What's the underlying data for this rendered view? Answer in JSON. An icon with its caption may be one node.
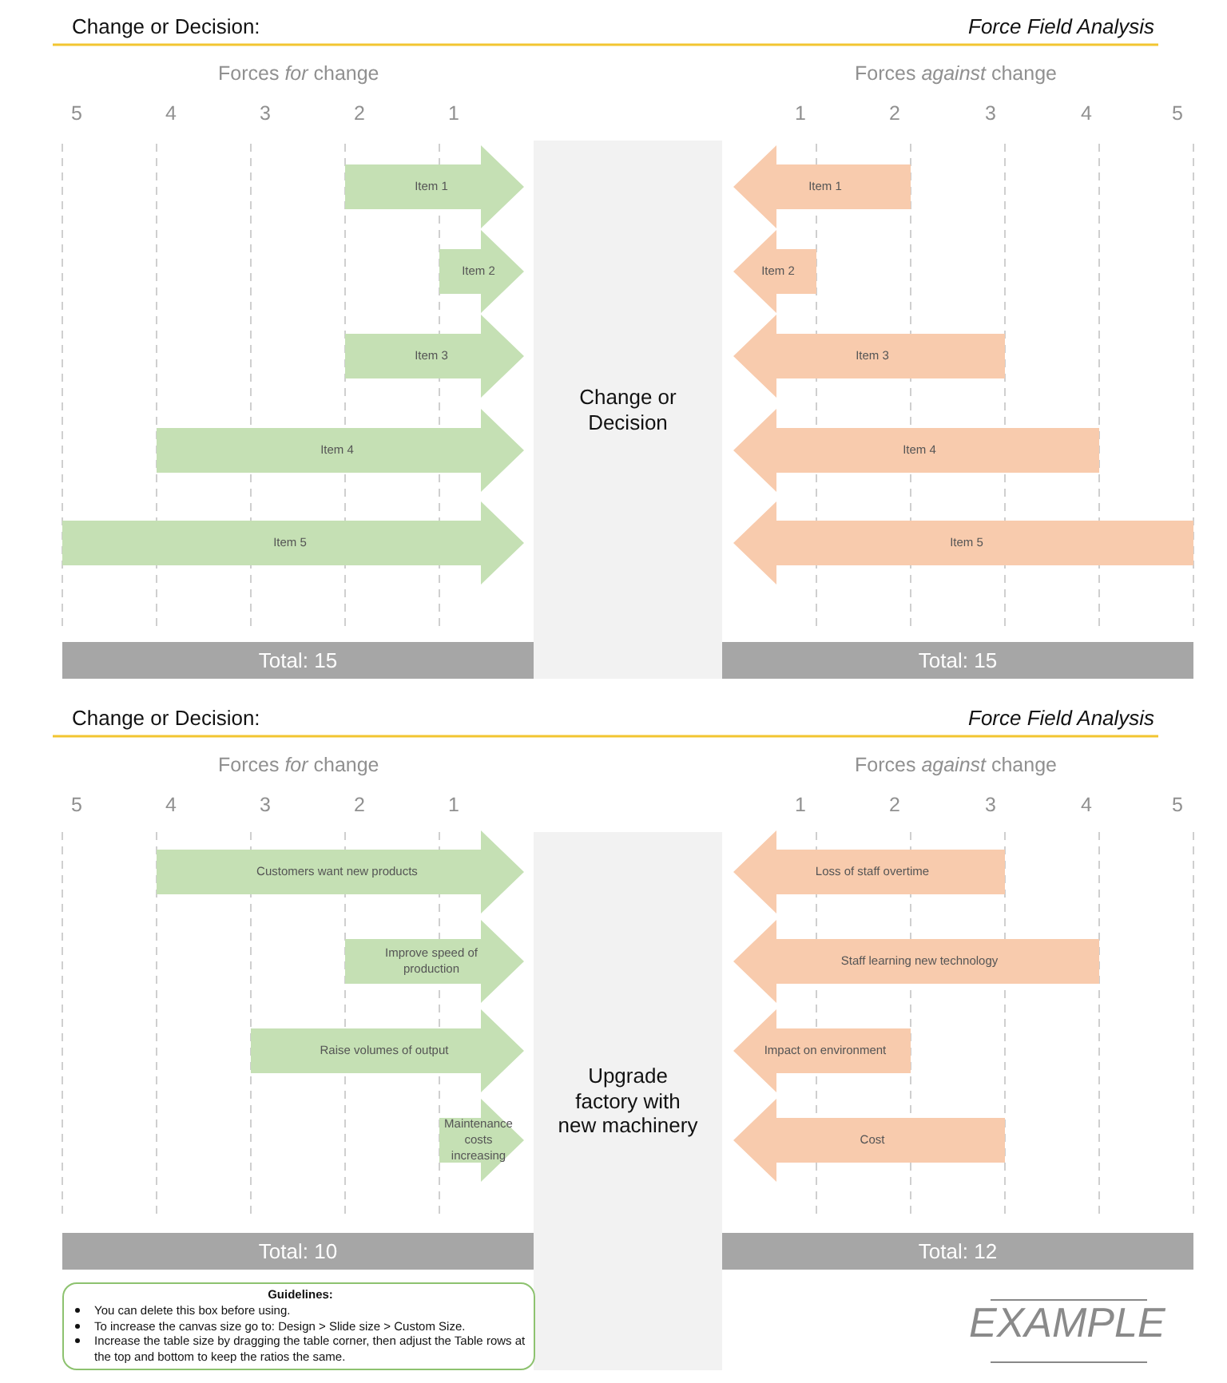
{
  "diagram": {
    "nodes": [
      {
        "text": [
          "Item 1"
        ]
      },
      {
        "text": [
          "Item 2"
        ]
      },
      {
        "text": [
          "Item 3"
        ]
      },
      {
        "text": [
          "Item 4"
        ]
      },
      {
        "text": [
          "Item 5"
        ]
      },
      {
        "text": [
          "Change or Decision"
        ]
      },
      {
        "text": [
          "Item 1"
        ]
      },
      {
        "text": [
          "Item 2"
        ]
      },
      {
        "text": [
          "Item 3"
        ]
      },
      {
        "text": [
          "Item 4"
        ]
      },
      {
        "text": [
          "Item 5"
        ]
      },
      {
        "text": [
          "Total: 15"
        ]
      },
      {
        "text": [
          "Total: 15"
        ]
      },
      {
        "text": [
          "Customers want new products"
        ]
      },
      {
        "text": [
          "Improve speed of production"
        ]
      },
      {
        "text": [
          "Raise volumes of output"
        ]
      },
      {
        "text": [
          "Maintenance costs increasing"
        ]
      },
      {
        "text": [
          "Upgrade factory with new machinery"
        ]
      },
      {
        "text": [
          "Loss of staff overtime"
        ]
      },
      {
        "text": [
          "Staff learning new technology"
        ]
      },
      {
        "text": [
          "Impact on environment"
        ]
      },
      {
        "text": [
          "Cost"
        ]
      },
      {
        "text": [
          "Total: 10"
        ]
      },
      {
        "text": [
          "Total: 12"
        ]
      },
      {
        "text": [
          "Guidelines:",
          "You can delete this box before using.",
          "To increase the canvas size go to: Design > Slide size > Custom Size.",
          "Increase the table size by dragging the table corner, then adjust the Table rows at the top and bottom to keep the ratios the same."
        ]
      }
    ],
    "labels": [
      "Change or Decision:",
      "Force Field Analysis",
      "Forces *for* change",
      "Forces *against* change",
      "5",
      "4",
      "3",
      "2",
      "1",
      "1",
      "2",
      "3",
      "4",
      "5",
      "Change or Decision:",
      "Force Field Analysis",
      "Forces *for* change",
      "Forces *against* change",
      "5",
      "4",
      "3",
      "2",
      "1",
      "1",
      "2",
      "3",
      "4",
      "5",
      "EXAMPLE"
    ]
  }
}
